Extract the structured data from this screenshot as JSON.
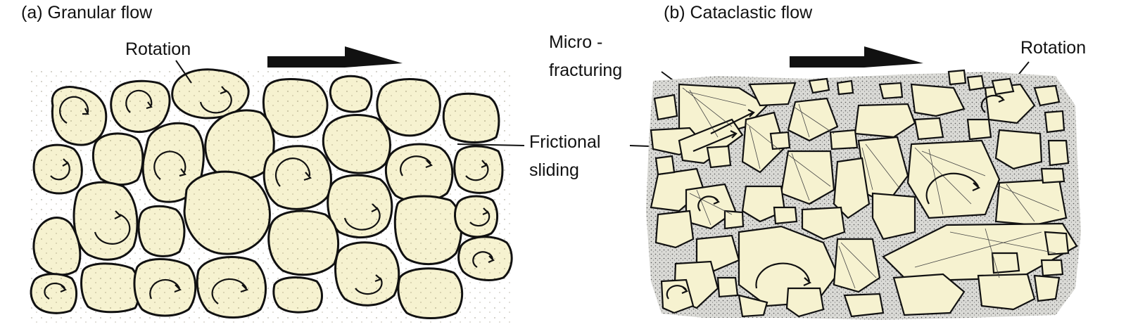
{
  "panel_a": {
    "title": "(a) Granular flow",
    "labels": {
      "rotation": "Rotation"
    }
  },
  "panel_b": {
    "title": "(b) Cataclastic flow",
    "labels": {
      "micro_line1": "Micro -",
      "micro_line2": "fracturing",
      "rotation": "Rotation"
    }
  },
  "shared": {
    "frictional_line1": "Frictional",
    "frictional_line2": "sliding"
  },
  "colors": {
    "grain_fill": "#f6f2d0",
    "outline": "#111111",
    "matrix": "#d9d9d6"
  }
}
